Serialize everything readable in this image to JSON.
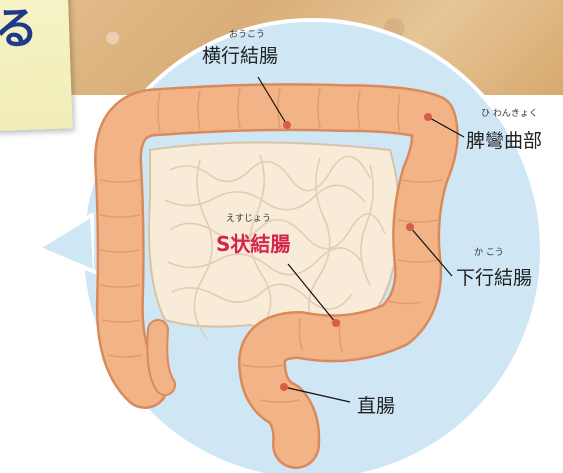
{
  "corner_note": {
    "text": "る"
  },
  "labels": {
    "transverse": {
      "ruby": "おうこう",
      "text": "横行結腸"
    },
    "splenic": {
      "ruby": "ひ わんきょく",
      "text": "脾彎曲部"
    },
    "sigmoid": {
      "ruby": "えすじょう",
      "text": "S状結腸"
    },
    "descending": {
      "ruby": "か こう",
      "text": "下行結腸"
    },
    "rectum": {
      "text": "直腸"
    }
  },
  "colors": {
    "circle_fill": "#cfe6f5",
    "circle_stroke": "#ffffff",
    "colon_fill": "#f2b487",
    "colon_stroke": "#d98a5b",
    "intestine_fill": "#f8ecd8",
    "accent": "#d6254d",
    "marker": "#d65d48"
  }
}
